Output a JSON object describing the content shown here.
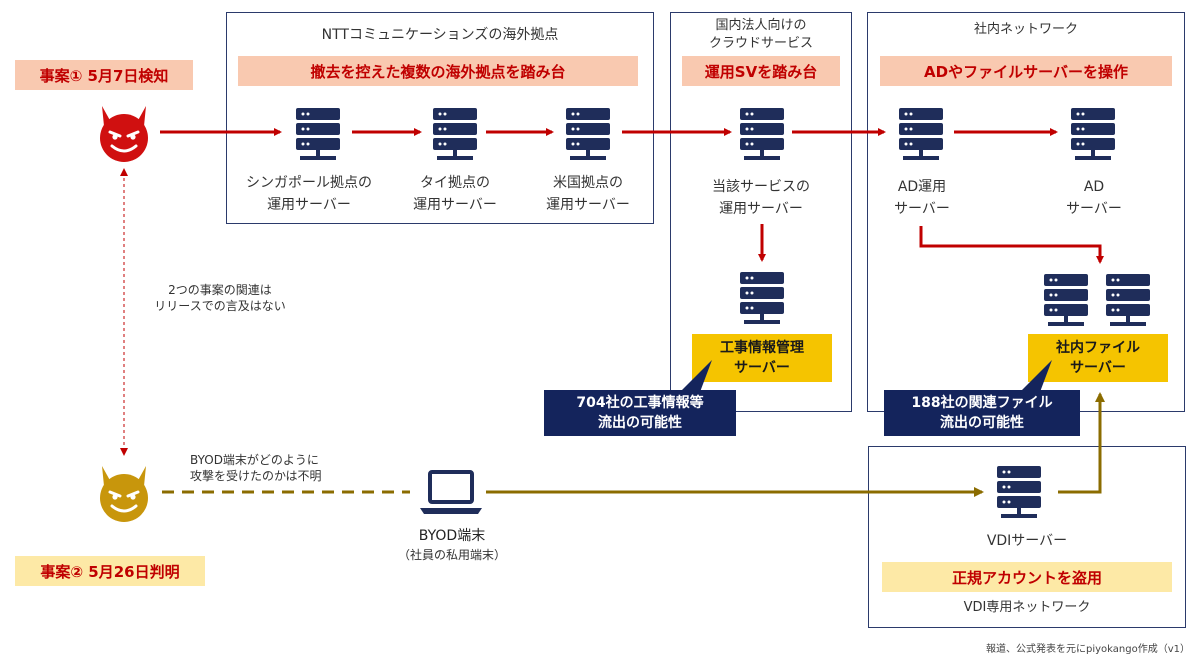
{
  "incidents": {
    "first": "事案① 5月7日検知",
    "second": "事案② 5月26日判明"
  },
  "groups": {
    "overseas": {
      "title": "NTTコミュニケーションズの海外拠点",
      "band": "撤去を控えた複数の海外拠点を踏み台",
      "servers": [
        {
          "line1": "シンガポール拠点の",
          "line2": "運用サーバー"
        },
        {
          "line1": "タイ拠点の",
          "line2": "運用サーバー"
        },
        {
          "line1": "米国拠点の",
          "line2": "運用サーバー"
        }
      ]
    },
    "domestic": {
      "title_line1": "国内法人向けの",
      "title_line2": "クラウドサービス",
      "band": "運用SVを踏み台",
      "server": {
        "line1": "当該サービスの",
        "line2": "運用サーバー"
      },
      "target": {
        "line1": "工事情報管理",
        "line2": "サーバー"
      },
      "callout": {
        "line1": "704社の工事情報等",
        "line2": "流出の可能性"
      }
    },
    "internal": {
      "title": "社内ネットワーク",
      "band": "ADやファイルサーバーを操作",
      "ad_ops": {
        "line1": "AD運用",
        "line2": "サーバー"
      },
      "ad": {
        "line1": "AD",
        "line2": "サーバー"
      },
      "file": {
        "line1": "社内ファイル",
        "line2": "サーバー"
      },
      "callout": {
        "line1": "188社の関連ファイル",
        "line2": "流出の可能性"
      }
    },
    "vdi": {
      "server": "VDIサーバー",
      "band": "正規アカウントを盗用",
      "footer": "VDI専用ネットワーク"
    }
  },
  "notes": {
    "relation_line1": "2つの事案の関連は",
    "relation_line2": "リリースでの言及はない",
    "byod_attack_line1": "BYOD端末がどのように",
    "byod_attack_line2": "攻撃を受けたのかは不明"
  },
  "byod": {
    "line1": "BYOD端末",
    "line2": "（社員の私用端末）"
  },
  "credit": "報道、公式発表を元にpiyokango作成（v1）",
  "colors": {
    "red_arrow": "#c00000",
    "gold_arrow": "#8b6c00",
    "navy": "#14245c",
    "server_icon": "#1f2d5a",
    "attacker_red": "#d01010",
    "attacker_gold": "#c8960c"
  },
  "icons": [
    "devil-attacker-icon",
    "server-icon",
    "laptop-icon"
  ]
}
